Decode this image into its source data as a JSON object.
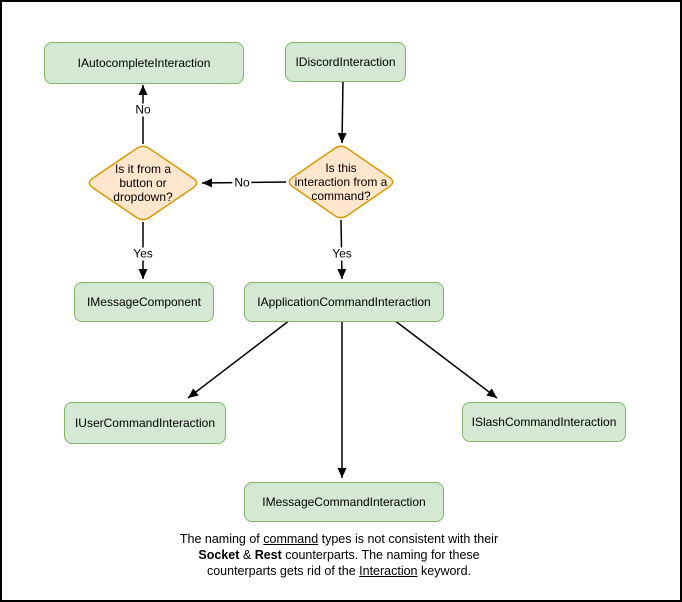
{
  "diagram": {
    "type": "flowchart",
    "topic": "Discord interaction type hierarchy"
  },
  "colors": {
    "background": "#ffffff",
    "frame_border": "#000000",
    "node_fill": "#d5e8d4",
    "node_border": "#82b366",
    "decision_fill": "#ffe6cc",
    "decision_border": "#d79b00",
    "edge": "#000000",
    "text": "#000000"
  },
  "nodes": {
    "autocomplete": {
      "label": "IAutocompleteInteraction"
    },
    "discord": {
      "label": "IDiscordInteraction"
    },
    "message_component": {
      "label": "IMessageComponent"
    },
    "application_command": {
      "label": "IApplicationCommandInteraction"
    },
    "user_command": {
      "label": "IUserCommandInteraction"
    },
    "slash_command": {
      "label": "ISlashCommandInteraction"
    },
    "message_command": {
      "label": "IMessageCommandInteraction"
    }
  },
  "decisions": {
    "button_dropdown": {
      "lines": [
        "Is it from a",
        "button or",
        "dropdown?"
      ]
    },
    "from_command": {
      "lines": [
        "Is this",
        "interaction from a",
        "command?"
      ]
    }
  },
  "edge_labels": {
    "no_autocomplete": "No",
    "no_component": "No",
    "yes_component": "Yes",
    "yes_command": "Yes"
  },
  "note": {
    "l1_a": "The naming of ",
    "l1_b": "command",
    "l1_c": " types is not consistent with their",
    "l2_a": "Socket",
    "l2_b": " & ",
    "l2_c": "Rest",
    "l2_d": " counterparts. The naming for these",
    "l3_a": "counterparts gets rid of the ",
    "l3_b": "Interaction",
    "l3_c": " keyword."
  }
}
